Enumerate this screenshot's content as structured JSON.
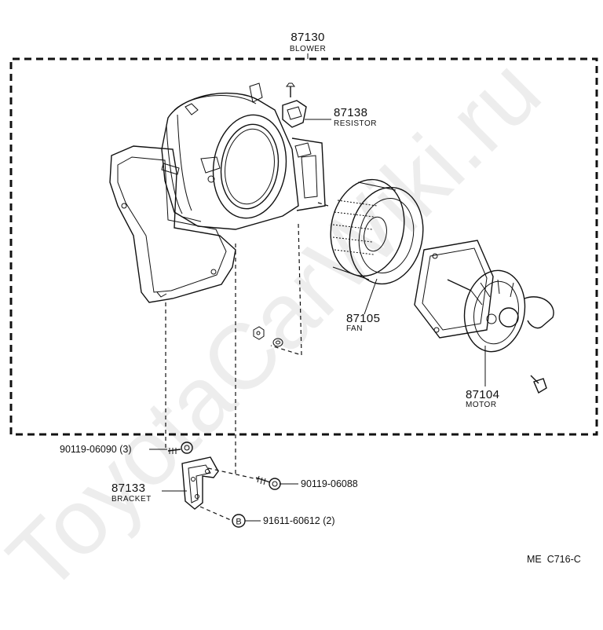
{
  "watermark": "ToyotaCarWiki.ru",
  "diagram_code": "ME  C716-C",
  "parts": {
    "blower": {
      "number": "87130",
      "name": "BLOWER"
    },
    "resistor": {
      "number": "87138",
      "name": "RESISTOR"
    },
    "fan": {
      "number": "87105",
      "name": "FAN"
    },
    "motor": {
      "number": "87104",
      "name": "MOTOR"
    },
    "bracket": {
      "number": "87133",
      "name": "BRACKET"
    },
    "screw_a": {
      "label": "90119-06090 (3)"
    },
    "screw_b": {
      "label": "90119-06088"
    },
    "nut_b": {
      "label": "91611-60612 (2)",
      "symbol": "B"
    }
  }
}
